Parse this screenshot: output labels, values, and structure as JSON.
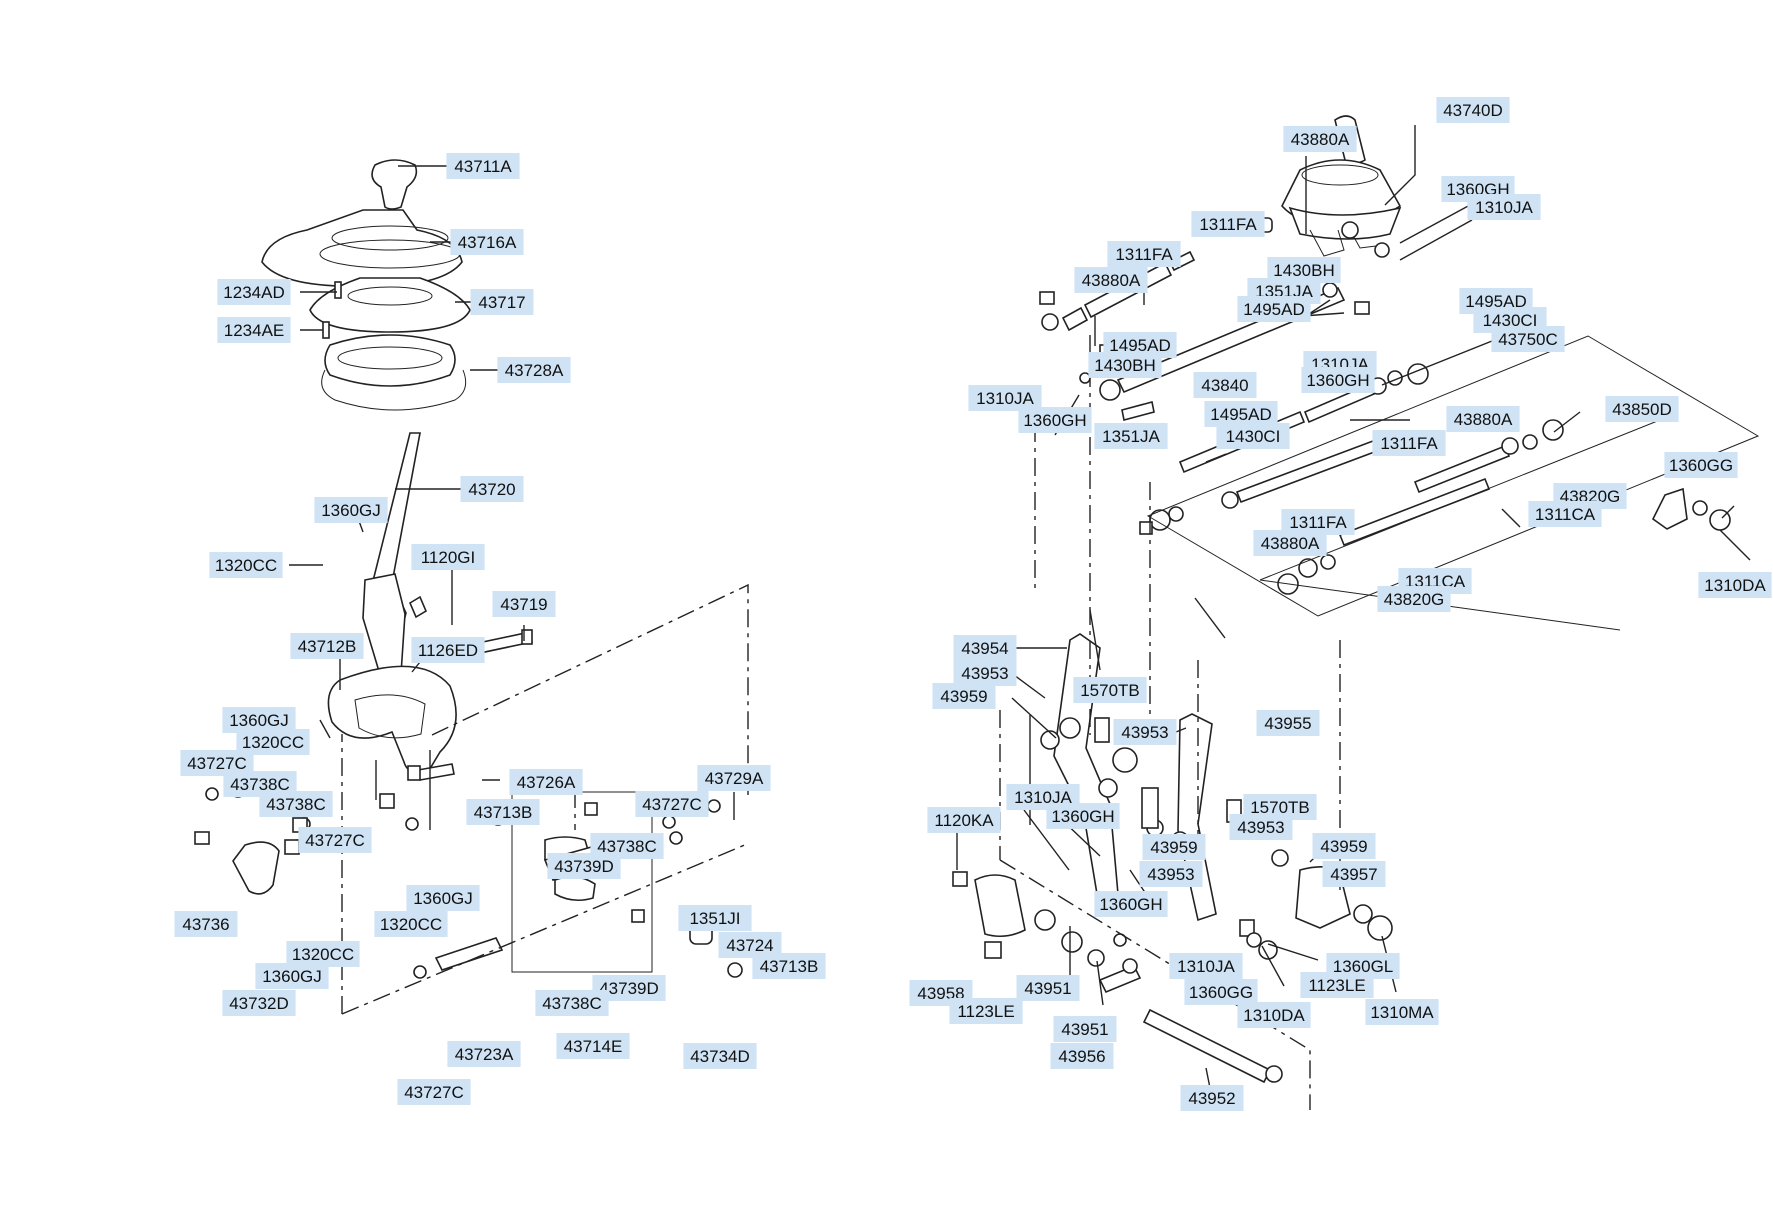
{
  "parts": [
    {
      "id": "p0",
      "label": "43711A"
    },
    {
      "id": "p1",
      "label": "43716A"
    },
    {
      "id": "p2",
      "label": "1234AD"
    },
    {
      "id": "p3",
      "label": "43717"
    },
    {
      "id": "p4",
      "label": "1234AE"
    },
    {
      "id": "p5",
      "label": "43728A"
    },
    {
      "id": "p6",
      "label": "43720"
    },
    {
      "id": "p7",
      "label": "1360GJ"
    },
    {
      "id": "p8",
      "label": "1320CC"
    },
    {
      "id": "p9",
      "label": "1120GI"
    },
    {
      "id": "p10",
      "label": "43719"
    },
    {
      "id": "p11",
      "label": "43712B"
    },
    {
      "id": "p12",
      "label": "1126ED"
    },
    {
      "id": "p13",
      "label": "1360GJ"
    },
    {
      "id": "p14",
      "label": "1320CC"
    },
    {
      "id": "p15",
      "label": "43727C"
    },
    {
      "id": "p16",
      "label": "43738C"
    },
    {
      "id": "p17",
      "label": "43738C"
    },
    {
      "id": "p18",
      "label": "43727C"
    },
    {
      "id": "p19",
      "label": "43726A"
    },
    {
      "id": "p20",
      "label": "43713B"
    },
    {
      "id": "p21",
      "label": "43729A"
    },
    {
      "id": "p22",
      "label": "43727C"
    },
    {
      "id": "p23",
      "label": "43738C"
    },
    {
      "id": "p24",
      "label": "43739D"
    },
    {
      "id": "p25",
      "label": "43736"
    },
    {
      "id": "p26",
      "label": "1360GJ"
    },
    {
      "id": "p27",
      "label": "1320CC"
    },
    {
      "id": "p28",
      "label": "1351JI"
    },
    {
      "id": "p29",
      "label": "1320CC"
    },
    {
      "id": "p30",
      "label": "1360GJ"
    },
    {
      "id": "p31",
      "label": "43724"
    },
    {
      "id": "p32",
      "label": "43713B"
    },
    {
      "id": "p33",
      "label": "43732D"
    },
    {
      "id": "p34",
      "label": "43739D"
    },
    {
      "id": "p35",
      "label": "43738C"
    },
    {
      "id": "p36",
      "label": "43714E"
    },
    {
      "id": "p37",
      "label": "43734D"
    },
    {
      "id": "p38",
      "label": "43723A"
    },
    {
      "id": "p39",
      "label": "43727C"
    },
    {
      "id": "p40",
      "label": "43740D"
    },
    {
      "id": "p41",
      "label": "43880A"
    },
    {
      "id": "p42",
      "label": "1360GH"
    },
    {
      "id": "p43",
      "label": "1310JA"
    },
    {
      "id": "p44",
      "label": "1311FA"
    },
    {
      "id": "p45",
      "label": "1311FA"
    },
    {
      "id": "p46",
      "label": "1430BH"
    },
    {
      "id": "p47",
      "label": "43880A"
    },
    {
      "id": "p48",
      "label": "1351JA"
    },
    {
      "id": "p49",
      "label": "1495AD"
    },
    {
      "id": "p50",
      "label": "1495AD"
    },
    {
      "id": "p51",
      "label": "1430CI"
    },
    {
      "id": "p52",
      "label": "1495AD"
    },
    {
      "id": "p53",
      "label": "43750C"
    },
    {
      "id": "p54",
      "label": "1430BH"
    },
    {
      "id": "p55",
      "label": "1310JA"
    },
    {
      "id": "p56",
      "label": "1360GH"
    },
    {
      "id": "p57",
      "label": "43840"
    },
    {
      "id": "p58",
      "label": "1310JA"
    },
    {
      "id": "p59",
      "label": "1360GH"
    },
    {
      "id": "p60",
      "label": "1495AD"
    },
    {
      "id": "p61",
      "label": "43880A"
    },
    {
      "id": "p62",
      "label": "43850D"
    },
    {
      "id": "p63",
      "label": "1351JA"
    },
    {
      "id": "p64",
      "label": "1430CI"
    },
    {
      "id": "p65",
      "label": "1311FA"
    },
    {
      "id": "p66",
      "label": "1360GG"
    },
    {
      "id": "p67",
      "label": "43820G"
    },
    {
      "id": "p68",
      "label": "1311CA"
    },
    {
      "id": "p69",
      "label": "1311FA"
    },
    {
      "id": "p70",
      "label": "43880A"
    },
    {
      "id": "p71",
      "label": "1310DA"
    },
    {
      "id": "p72",
      "label": "1311CA"
    },
    {
      "id": "p73",
      "label": "43820G"
    },
    {
      "id": "p74",
      "label": "43954"
    },
    {
      "id": "p75",
      "label": "43953"
    },
    {
      "id": "p76",
      "label": "1570TB"
    },
    {
      "id": "p77",
      "label": "43959"
    },
    {
      "id": "p78",
      "label": "43955"
    },
    {
      "id": "p79",
      "label": "43953"
    },
    {
      "id": "p80",
      "label": "1570TB"
    },
    {
      "id": "p81",
      "label": "1310JA"
    },
    {
      "id": "p82",
      "label": "1120KA"
    },
    {
      "id": "p83",
      "label": "1360GH"
    },
    {
      "id": "p84",
      "label": "43953"
    },
    {
      "id": "p85",
      "label": "43959"
    },
    {
      "id": "p86",
      "label": "43959"
    },
    {
      "id": "p87",
      "label": "43953"
    },
    {
      "id": "p88",
      "label": "43957"
    },
    {
      "id": "p89",
      "label": "1360GH"
    },
    {
      "id": "p90",
      "label": "1310JA"
    },
    {
      "id": "p91",
      "label": "1360GL"
    },
    {
      "id": "p92",
      "label": "43958"
    },
    {
      "id": "p93",
      "label": "43951"
    },
    {
      "id": "p94",
      "label": "1360GG"
    },
    {
      "id": "p95",
      "label": "1123LE"
    },
    {
      "id": "p96",
      "label": "1123LE"
    },
    {
      "id": "p97",
      "label": "1310DA"
    },
    {
      "id": "p98",
      "label": "1310MA"
    },
    {
      "id": "p99",
      "label": "43951"
    },
    {
      "id": "p100",
      "label": "43956"
    },
    {
      "id": "p101",
      "label": "43952"
    }
  ]
}
